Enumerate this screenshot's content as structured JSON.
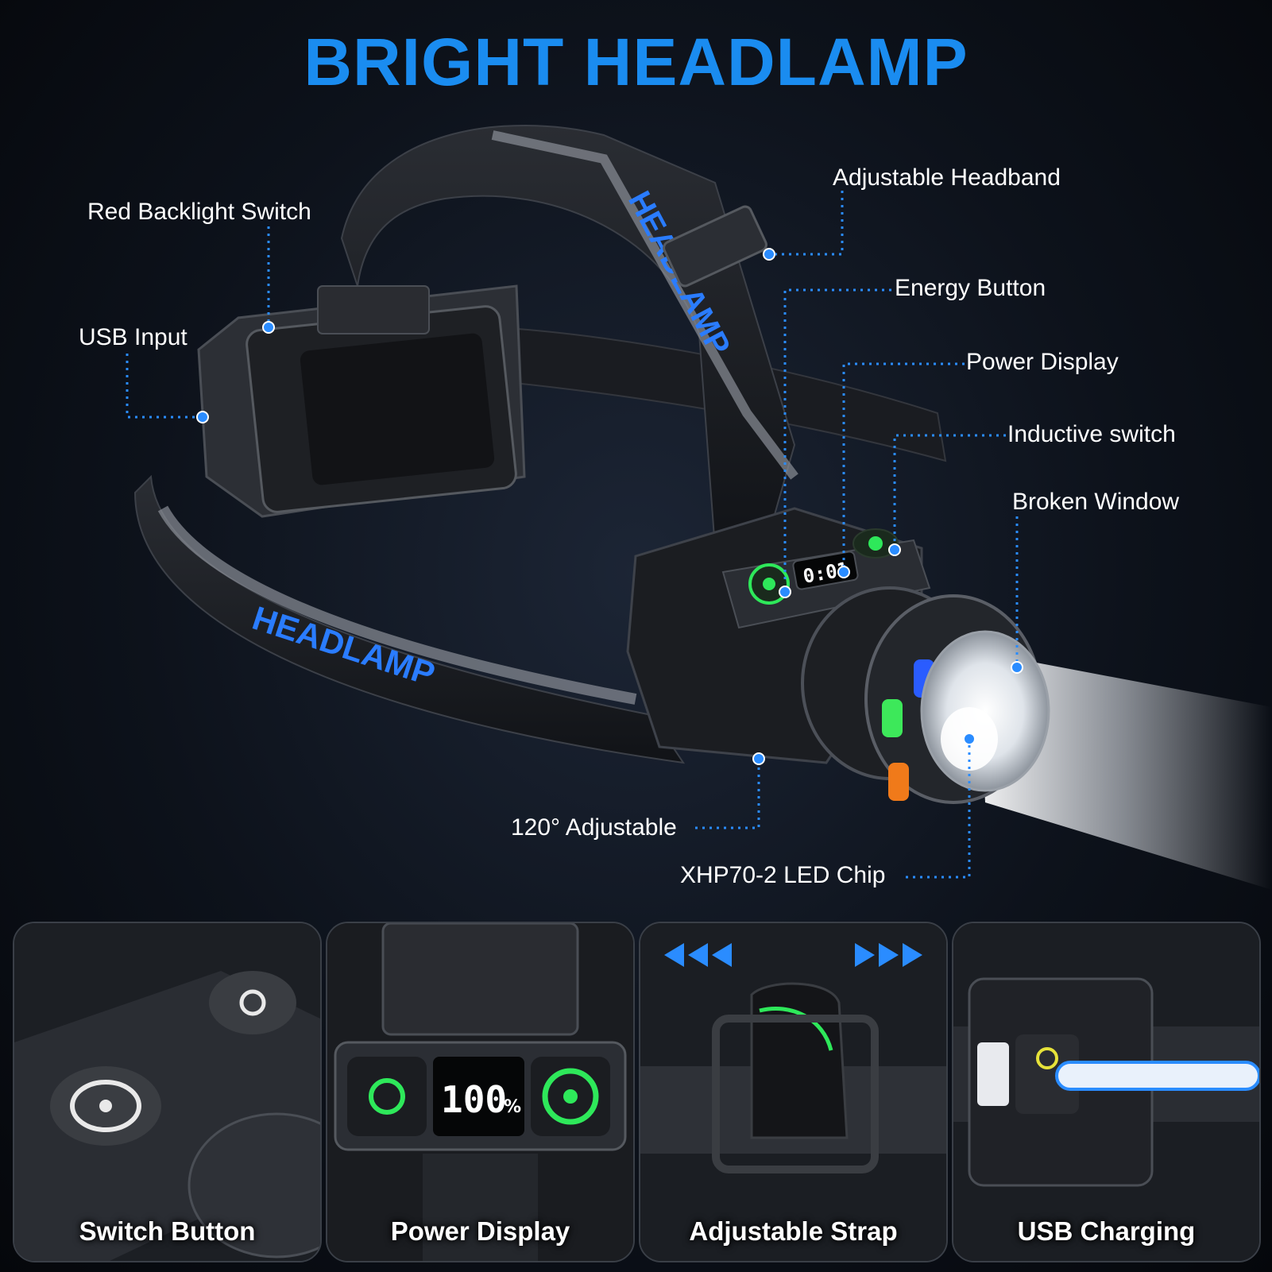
{
  "title": "BRIGHT HEADLAMP",
  "callouts": {
    "red_backlight_switch": "Red Backlight Switch",
    "usb_input": "USB Input",
    "adjustable_headband": "Adjustable Headband",
    "energy_button": "Energy Button",
    "power_display": "Power Display",
    "inductive_switch": "Inductive switch",
    "broken_window": "Broken Window",
    "adjustable_120": "120° Adjustable",
    "led_chip": "XHP70-2 LED Chip"
  },
  "strap_print": {
    "side": "HEADLAMP",
    "top": "HEADLAMP"
  },
  "display_readout": {
    "main": "0:01",
    "panel": "100",
    "panel_unit": "%"
  },
  "panels": [
    {
      "label": "Switch Button"
    },
    {
      "label": "Power Display"
    },
    {
      "label": "Adjustable Strap"
    },
    {
      "label": "USB Charging"
    }
  ],
  "colors": {
    "title": "#1a8cf0",
    "callout_line": "#2a8cff",
    "accent_green": "#2ee85a",
    "strap_blue": "#2a7cff",
    "strap_yellow": "#e6e23a",
    "accent_orange": "#f07a1a"
  },
  "icons": {
    "sun": "sun-icon",
    "power": "power-ring-icon",
    "arrows": "chevron-arrows-icon"
  }
}
